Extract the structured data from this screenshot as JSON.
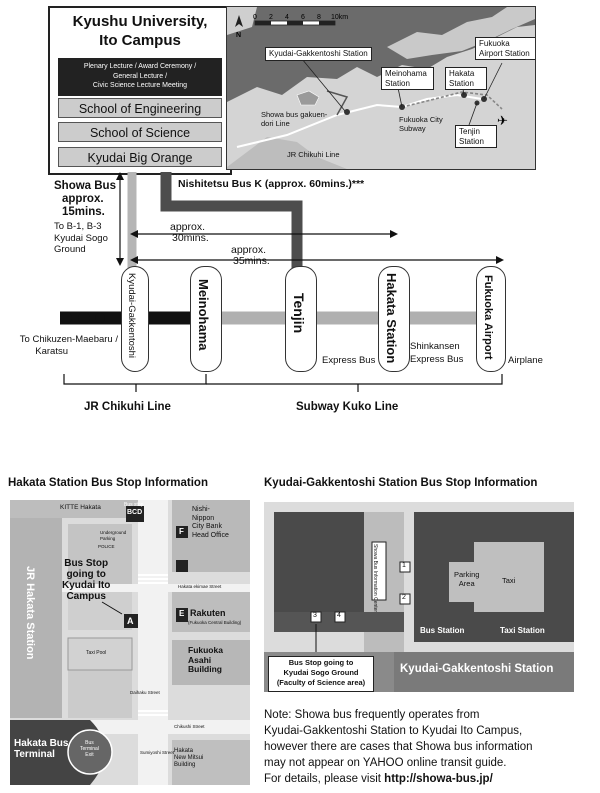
{
  "campus": {
    "title_line1": "Kyushu University,",
    "title_line2": "Ito Campus",
    "venue_lines": [
      "Plenary Lecture / Award Ceremony /",
      "General Lecture /",
      "Civic Science Lecture Meeting"
    ],
    "schools": [
      "School of Engineering",
      "School of Science",
      "Kyudai Big Orange"
    ]
  },
  "inset_map": {
    "scale_ticks": [
      "0",
      "2",
      "4",
      "6",
      "8",
      "10km"
    ],
    "labels": {
      "kyudai_gakkentoshi": "Kyudai-Gakkentoshi Station",
      "fukuoka_airport": "Fukuoka Airport Station",
      "meinohama": "Meinohama Station",
      "hakata": "Hakata Station",
      "tenjin": "Tenjin Station",
      "showa_bus": "Showa bus gakuen-dori Line",
      "fukuoka_subway": "Fukuoka City Subway",
      "jr_chikuhi": "JR Chikuhi Line"
    }
  },
  "route": {
    "showa_bus": [
      "Showa Bus",
      "approx.",
      "15mins."
    ],
    "to_ground": [
      "To B-1, B-3",
      "Kyudai Sogo",
      "Ground"
    ],
    "nishitetsu": "Nishitetsu Bus K (approx. 60mins.)***",
    "approx_30": [
      "approx.",
      "30mins."
    ],
    "approx_35": [
      "approx.",
      "35mins."
    ],
    "stations": [
      "Kyudai-Gakkentoshi",
      "Meinohama",
      "Tenjin",
      "Hakata Station",
      "Fukuoka Airport"
    ],
    "to_chikuzen": [
      "To Chikuzen-Maebaru /",
      "Karatsu"
    ],
    "express_bus": "Express Bus",
    "shinkansen": [
      "Shinkansen",
      "Express Bus"
    ],
    "airplane": "Airplane",
    "jr_line": "JR Chikuhi Line",
    "subway_line": "Subway Kuko Line"
  },
  "hakata_map": {
    "title": "Hakata Station Bus Stop Information",
    "kitte": "KITTE Hakata",
    "bus_stop_bcd": "BCD",
    "bus_stop_f": "F",
    "bus_stop_e": "E",
    "bus_stop_a": "A",
    "bus_stop_word": "Bus stop",
    "underground_parking": [
      "Underground",
      "Parking"
    ],
    "police": "POLICE",
    "nishinippon": [
      "Nishi-",
      "Nippon",
      "City Bank",
      "Head Office"
    ],
    "hakata_ekimae": "Hakata ekimae Street",
    "bus_stop_note": [
      "Bus Stop",
      "going to",
      "Kyudai Ito",
      "Campus"
    ],
    "rakuten": "Rakuten",
    "rakuten_sub": "(Fukuoka Central Building)",
    "jr_hakata": "JR Hakata Station",
    "taxi_pool": "Taxi Pool",
    "fukuoka_asahi": [
      "Fukuoka",
      "Asahi",
      "Building"
    ],
    "hakata_bus_terminal": [
      "Hakata Bus",
      "Terminal"
    ],
    "bus_terminal_exit": [
      "Bus",
      "Terminal",
      "Exit"
    ],
    "new_mitsui": [
      "Hakata",
      "New Mitsui",
      "Building"
    ],
    "chikushi": "Chikushi Street",
    "daihaku": "Daihaku Street",
    "sumiyoshi": "Sumiyoshi Street"
  },
  "kyudai_map": {
    "title": "Kyudai-Gakkentoshi Station Bus Stop Information",
    "info_center": [
      "Showa Bus",
      "Information",
      "Center"
    ],
    "parking": [
      "Parking",
      "Area"
    ],
    "taxi": "Taxi",
    "bus_station": "Bus Station",
    "taxi_station": "Taxi Station",
    "stop_numbers": [
      "1",
      "2",
      "3",
      "4"
    ],
    "bus_stop_note": [
      "Bus Stop going to",
      "Kyudai Sogo Ground",
      "(Faculty of Science area)"
    ],
    "station_name": "Kyudai-Gakkentoshi Station"
  },
  "note": {
    "lines": [
      "Note: Showa bus frequently operates from",
      "Kyudai-Gakkentoshi Station to Kyudai Ito Campus,",
      "however there are cases that Showa bus information",
      "may not appear on YAHOO online transit guide."
    ],
    "url_prefix": "For details, please visit ",
    "url": "http://showa-bus.jp/"
  }
}
